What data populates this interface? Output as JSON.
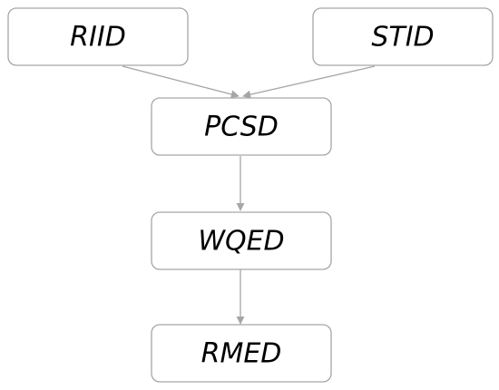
{
  "diagram": {
    "nodes": {
      "riid": "RIID",
      "stid": "STID",
      "pcsd": "PCSD",
      "wqed": "WQED",
      "rmed": "RMED"
    },
    "edges": [
      {
        "from": "RIID",
        "to": "PCSD"
      },
      {
        "from": "STID",
        "to": "PCSD"
      },
      {
        "from": "PCSD",
        "to": "WQED"
      },
      {
        "from": "WQED",
        "to": "RMED"
      }
    ],
    "colors": {
      "box_border": "#a6a6a6",
      "arrow": "#a6a6a6",
      "text": "#000000"
    }
  }
}
